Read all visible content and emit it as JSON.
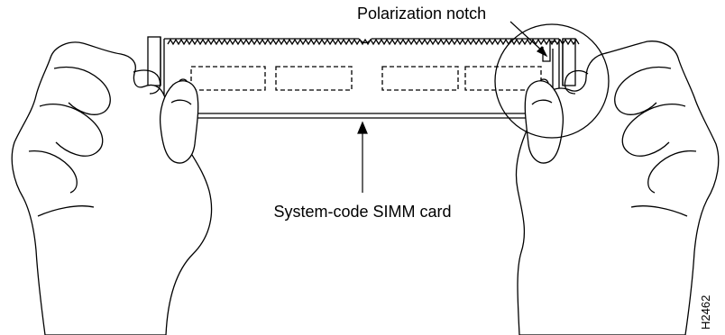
{
  "figure": {
    "callouts": {
      "polarization_notch": "Polarization notch",
      "simm_card": "System-code SIMM card"
    },
    "figure_id": "H2462"
  }
}
